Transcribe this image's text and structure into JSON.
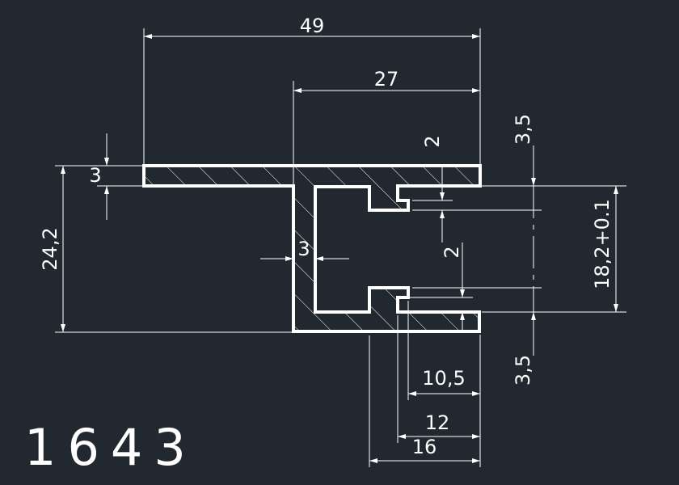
{
  "drawing": {
    "part_number": "1643",
    "dimensions": {
      "overall_width": "49",
      "right_width": "27",
      "flange_thickness": "3",
      "total_height": "24,2",
      "wall_thickness": "3",
      "top_lip": "3,5",
      "top_notch": "2",
      "inner_height": "18,2+0.1",
      "bottom_notch": "2",
      "bottom_lip": "3,5",
      "width_10_5": "10,5",
      "width_12": "12",
      "width_16": "16"
    },
    "colors": {
      "background": "#212830",
      "lines": "#ffffff"
    }
  }
}
